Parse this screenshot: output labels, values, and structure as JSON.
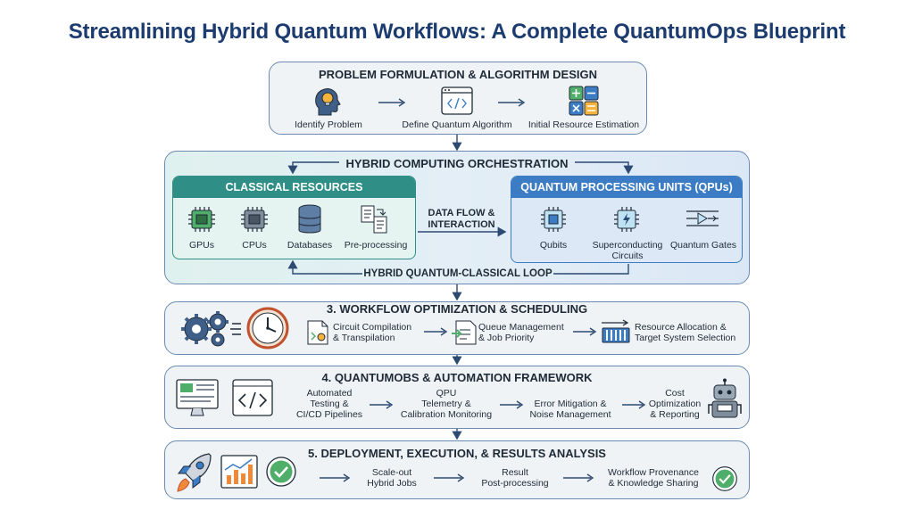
{
  "title": "Streamlining Hybrid Quantum Workflows: A Complete QuantumOps Blueprint",
  "section1": {
    "heading": "PROBLEM FORMULATION & ALGORITHM DESIGN",
    "steps": [
      "Identify Problem",
      "Define Quantum Algorithm",
      "Initial Resource Estimation"
    ]
  },
  "section2": {
    "heading": "HYBRID COMPUTING ORCHESTRATION",
    "classical": {
      "heading": "CLASSICAL RESOURCES",
      "items": [
        "GPUs",
        "CPUs",
        "Databases",
        "Pre-processing"
      ]
    },
    "flow_label": "DATA FLOW &\nINTERACTION",
    "quantum": {
      "heading": "QUANTUM PROCESSING UNITS (QPUs)",
      "items": [
        "Qubits",
        "Superconducting\nCircuits",
        "Quantum Gates"
      ]
    },
    "loop_label": "HYBRID QUANTUM-CLASSICAL LOOP"
  },
  "section3": {
    "heading": "3. WORKFLOW OPTIMIZATION & SCHEDULING",
    "steps": [
      "Circuit Compilation\n& Transpilation",
      "Queue Management\n& Job Priority",
      "Resource Allocation &\nTarget System Selection"
    ]
  },
  "section4": {
    "heading": "4. QUANTUMOBS & AUTOMATION FRAMEWORK",
    "steps": [
      "Automated\nTesting &\nCI/CD Pipelines",
      "QPU\nTelemetry &\nCalibration Monitoring",
      "Error Mitigation &\nNoise Management",
      "Cost\nOptimization\n& Reporting"
    ]
  },
  "section5": {
    "heading": "5. DEPLOYMENT, EXECUTION, & RESULTS ANALYSIS",
    "steps": [
      "Scale-out\nHybrid Jobs",
      "Result\nPost-processing",
      "Workflow Provenance\n& Knowledge Sharing"
    ]
  },
  "colors": {
    "title": "#1c3b6f",
    "classical": "#2f8f86",
    "quantum": "#3b7cc4",
    "border": "#6b8bb3",
    "arrow": "#2c4a72"
  }
}
